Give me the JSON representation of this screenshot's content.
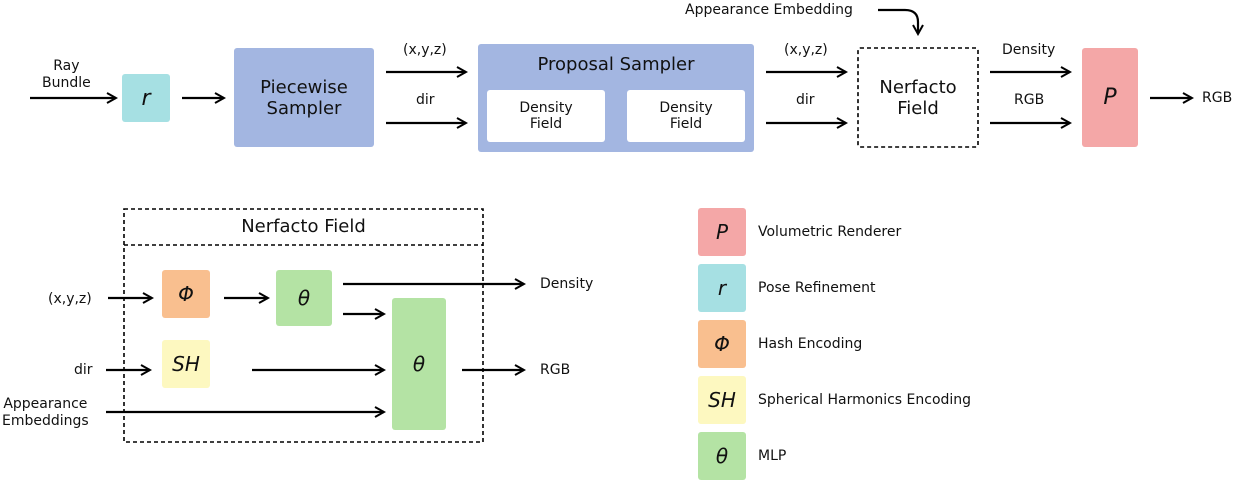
{
  "top": {
    "ray_bundle": "Ray\nBundle",
    "pose_symbol": "r",
    "piecewise": "Piecewise\nSampler",
    "xyz1": "(x,y,z)",
    "dir1": "dir",
    "proposal_title": "Proposal Sampler",
    "density_field_1": "Density\nField",
    "density_field_2": "Density\nField",
    "xyz2": "(x,y,z)",
    "dir2": "dir",
    "appearance_embedding": "Appearance Embedding",
    "nerfacto_field": "Nerfacto\nField",
    "density_label": "Density",
    "rgb_label": "RGB",
    "renderer_symbol": "P",
    "rgb_out": "RGB"
  },
  "detail": {
    "title": "Nerfacto Field",
    "xyz": "(x,y,z)",
    "dir": "dir",
    "appearance": "Appearance\nEmbeddings",
    "hash_symbol": "Φ",
    "sh_symbol": "SH",
    "mlp1_symbol": "θ",
    "mlp2_symbol": "θ",
    "density_out": "Density",
    "rgb_out": "RGB"
  },
  "legend": [
    {
      "symbol": "P",
      "label": "Volumetric Renderer",
      "color": "#F4A7A7"
    },
    {
      "symbol": "r",
      "label": "Pose Refinement",
      "color": "#A6E0E3"
    },
    {
      "symbol": "Φ",
      "label": "Hash Encoding",
      "color": "#F9BF8F"
    },
    {
      "symbol": "SH",
      "label": "Spherical Harmonics Encoding",
      "color": "#FDF8C0"
    },
    {
      "symbol": "θ",
      "label": "MLP",
      "color": "#B4E3A4"
    }
  ],
  "colors": {
    "sampler_blue": "#A3B6E1",
    "renderer_red": "#F4A7A7",
    "pose_cyan": "#A6E0E3",
    "hash_orange": "#F9BF8F",
    "sh_yellow": "#FDF8C0",
    "mlp_green": "#B4E3A4"
  }
}
